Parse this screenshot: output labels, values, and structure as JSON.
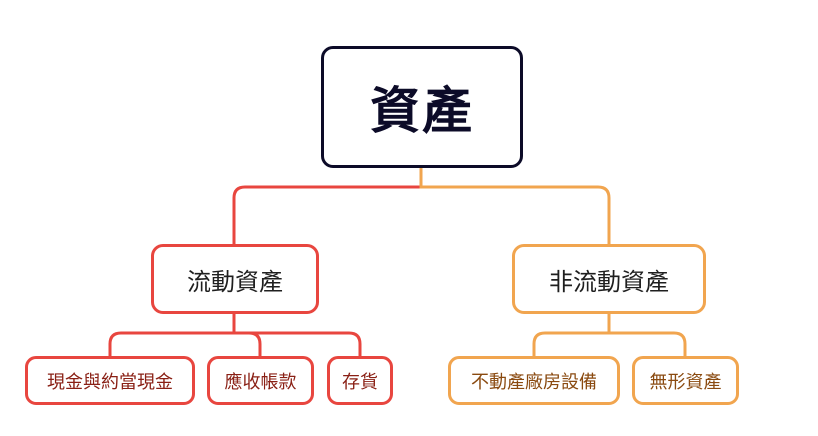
{
  "colors": {
    "root_border": "#0c0b28",
    "current_branch": "#e8463f",
    "noncurrent_branch": "#f1a54f"
  },
  "root": {
    "label": "資產"
  },
  "branches": [
    {
      "label": "流動資產",
      "children": [
        "現金與約當現金",
        "應收帳款",
        "存貨"
      ]
    },
    {
      "label": "非流動資產",
      "children": [
        "不動產廠房設備",
        "無形資產"
      ]
    }
  ]
}
